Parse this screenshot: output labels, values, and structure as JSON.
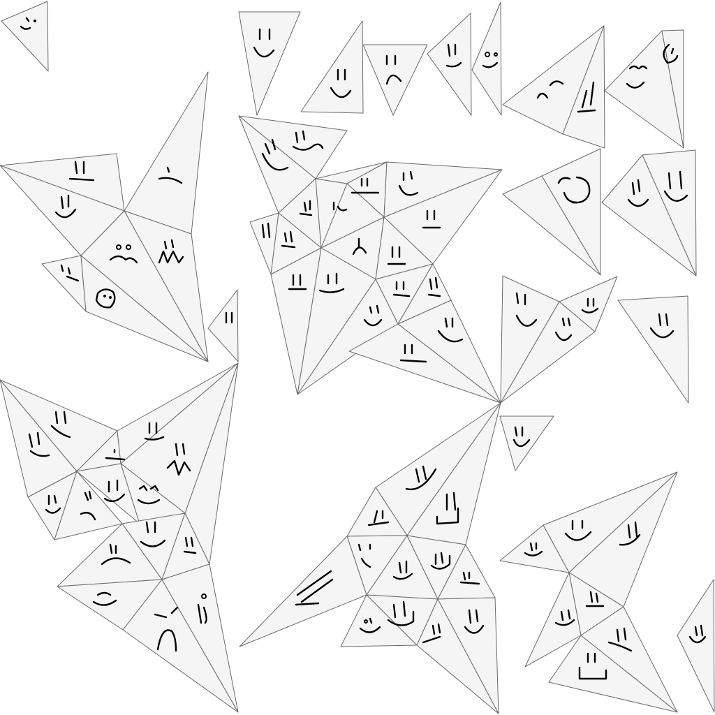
{
  "scene": {
    "background": "#ffffff",
    "tile_fill": "#f5f5f5",
    "tile_stroke": "#6a6a6a",
    "face_stroke": "#000000",
    "description_kind": "triangle-tiles-with-hand-drawn-faces",
    "clusters": [
      {
        "name": "corner-tile-topleft",
        "tiles": 1
      },
      {
        "name": "top-row-singles",
        "tiles": 5
      },
      {
        "name": "top-right-fan",
        "tiles": 3
      },
      {
        "name": "upper-left-bird",
        "tiles": 9
      },
      {
        "name": "center-star",
        "tiles": 21
      },
      {
        "name": "right-middle-fan",
        "tiles": 4
      },
      {
        "name": "right-pair",
        "tiles": 3
      },
      {
        "name": "lower-left-bird",
        "tiles": 16
      },
      {
        "name": "lower-center-bird",
        "tiles": 13
      },
      {
        "name": "lower-right-bird",
        "tiles": 8
      }
    ]
  }
}
